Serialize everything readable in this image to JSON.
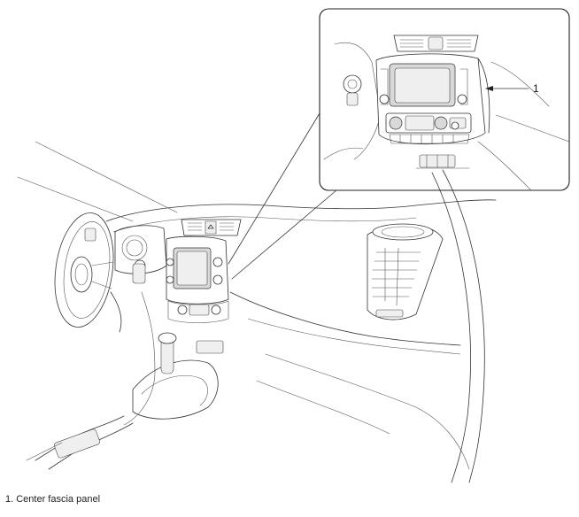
{
  "callouts": [
    {
      "number": "1",
      "label": "Center fascia panel"
    }
  ],
  "caption": "1. Center fascia panel"
}
